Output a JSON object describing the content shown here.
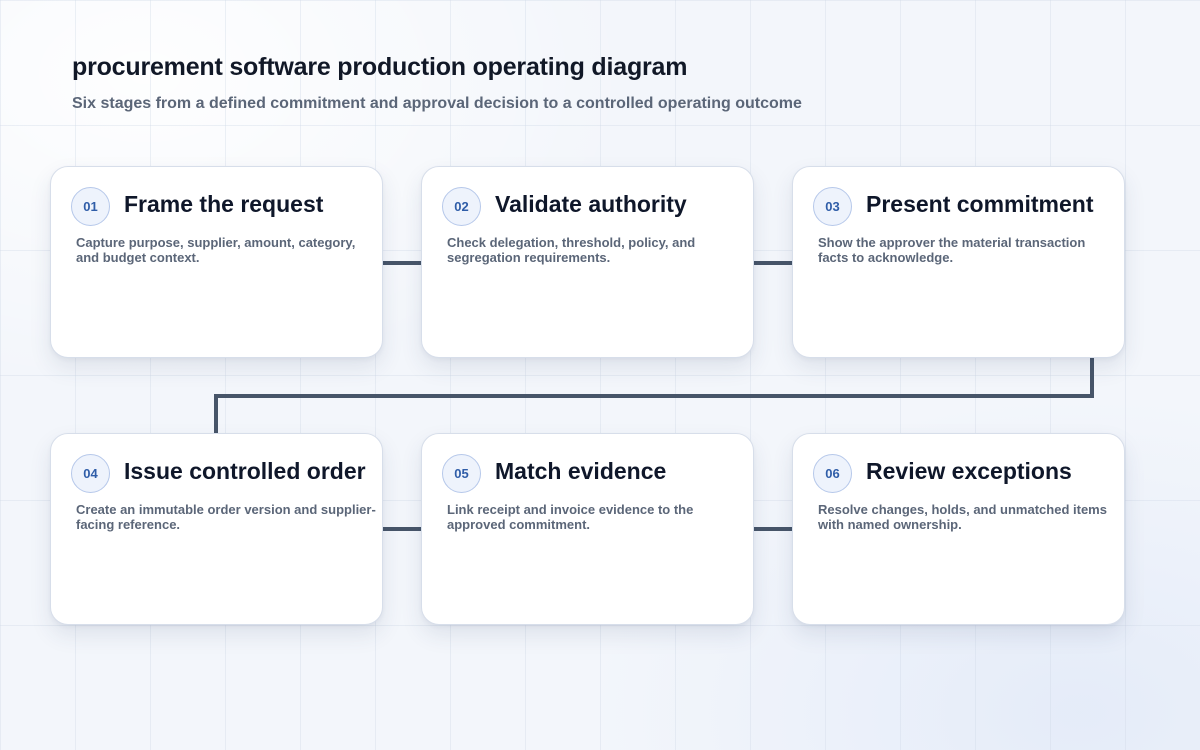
{
  "header": {
    "title": "procurement software production operating diagram",
    "subtitle": "Six stages from a defined commitment and approval decision to a controlled operating outcome"
  },
  "colors": {
    "connector": "#475569",
    "badge_text": "#2f5da8",
    "badge_border": "#b6c8ea"
  },
  "stages": [
    {
      "number": "01",
      "title": "Frame the request",
      "description": "Capture purpose, supplier, amount, category, and budget context."
    },
    {
      "number": "02",
      "title": "Validate authority",
      "description": "Check delegation, threshold, policy, and segregation requirements."
    },
    {
      "number": "03",
      "title": "Present commitment",
      "description": "Show the approver the material transaction facts to acknowledge."
    },
    {
      "number": "04",
      "title": "Issue controlled order",
      "description": "Create an immutable order version and supplier-facing reference."
    },
    {
      "number": "05",
      "title": "Match evidence",
      "description": "Link receipt and invoice evidence to the approved commitment."
    },
    {
      "number": "06",
      "title": "Review exceptions",
      "description": "Resolve changes, holds, and unmatched items with named ownership."
    }
  ]
}
